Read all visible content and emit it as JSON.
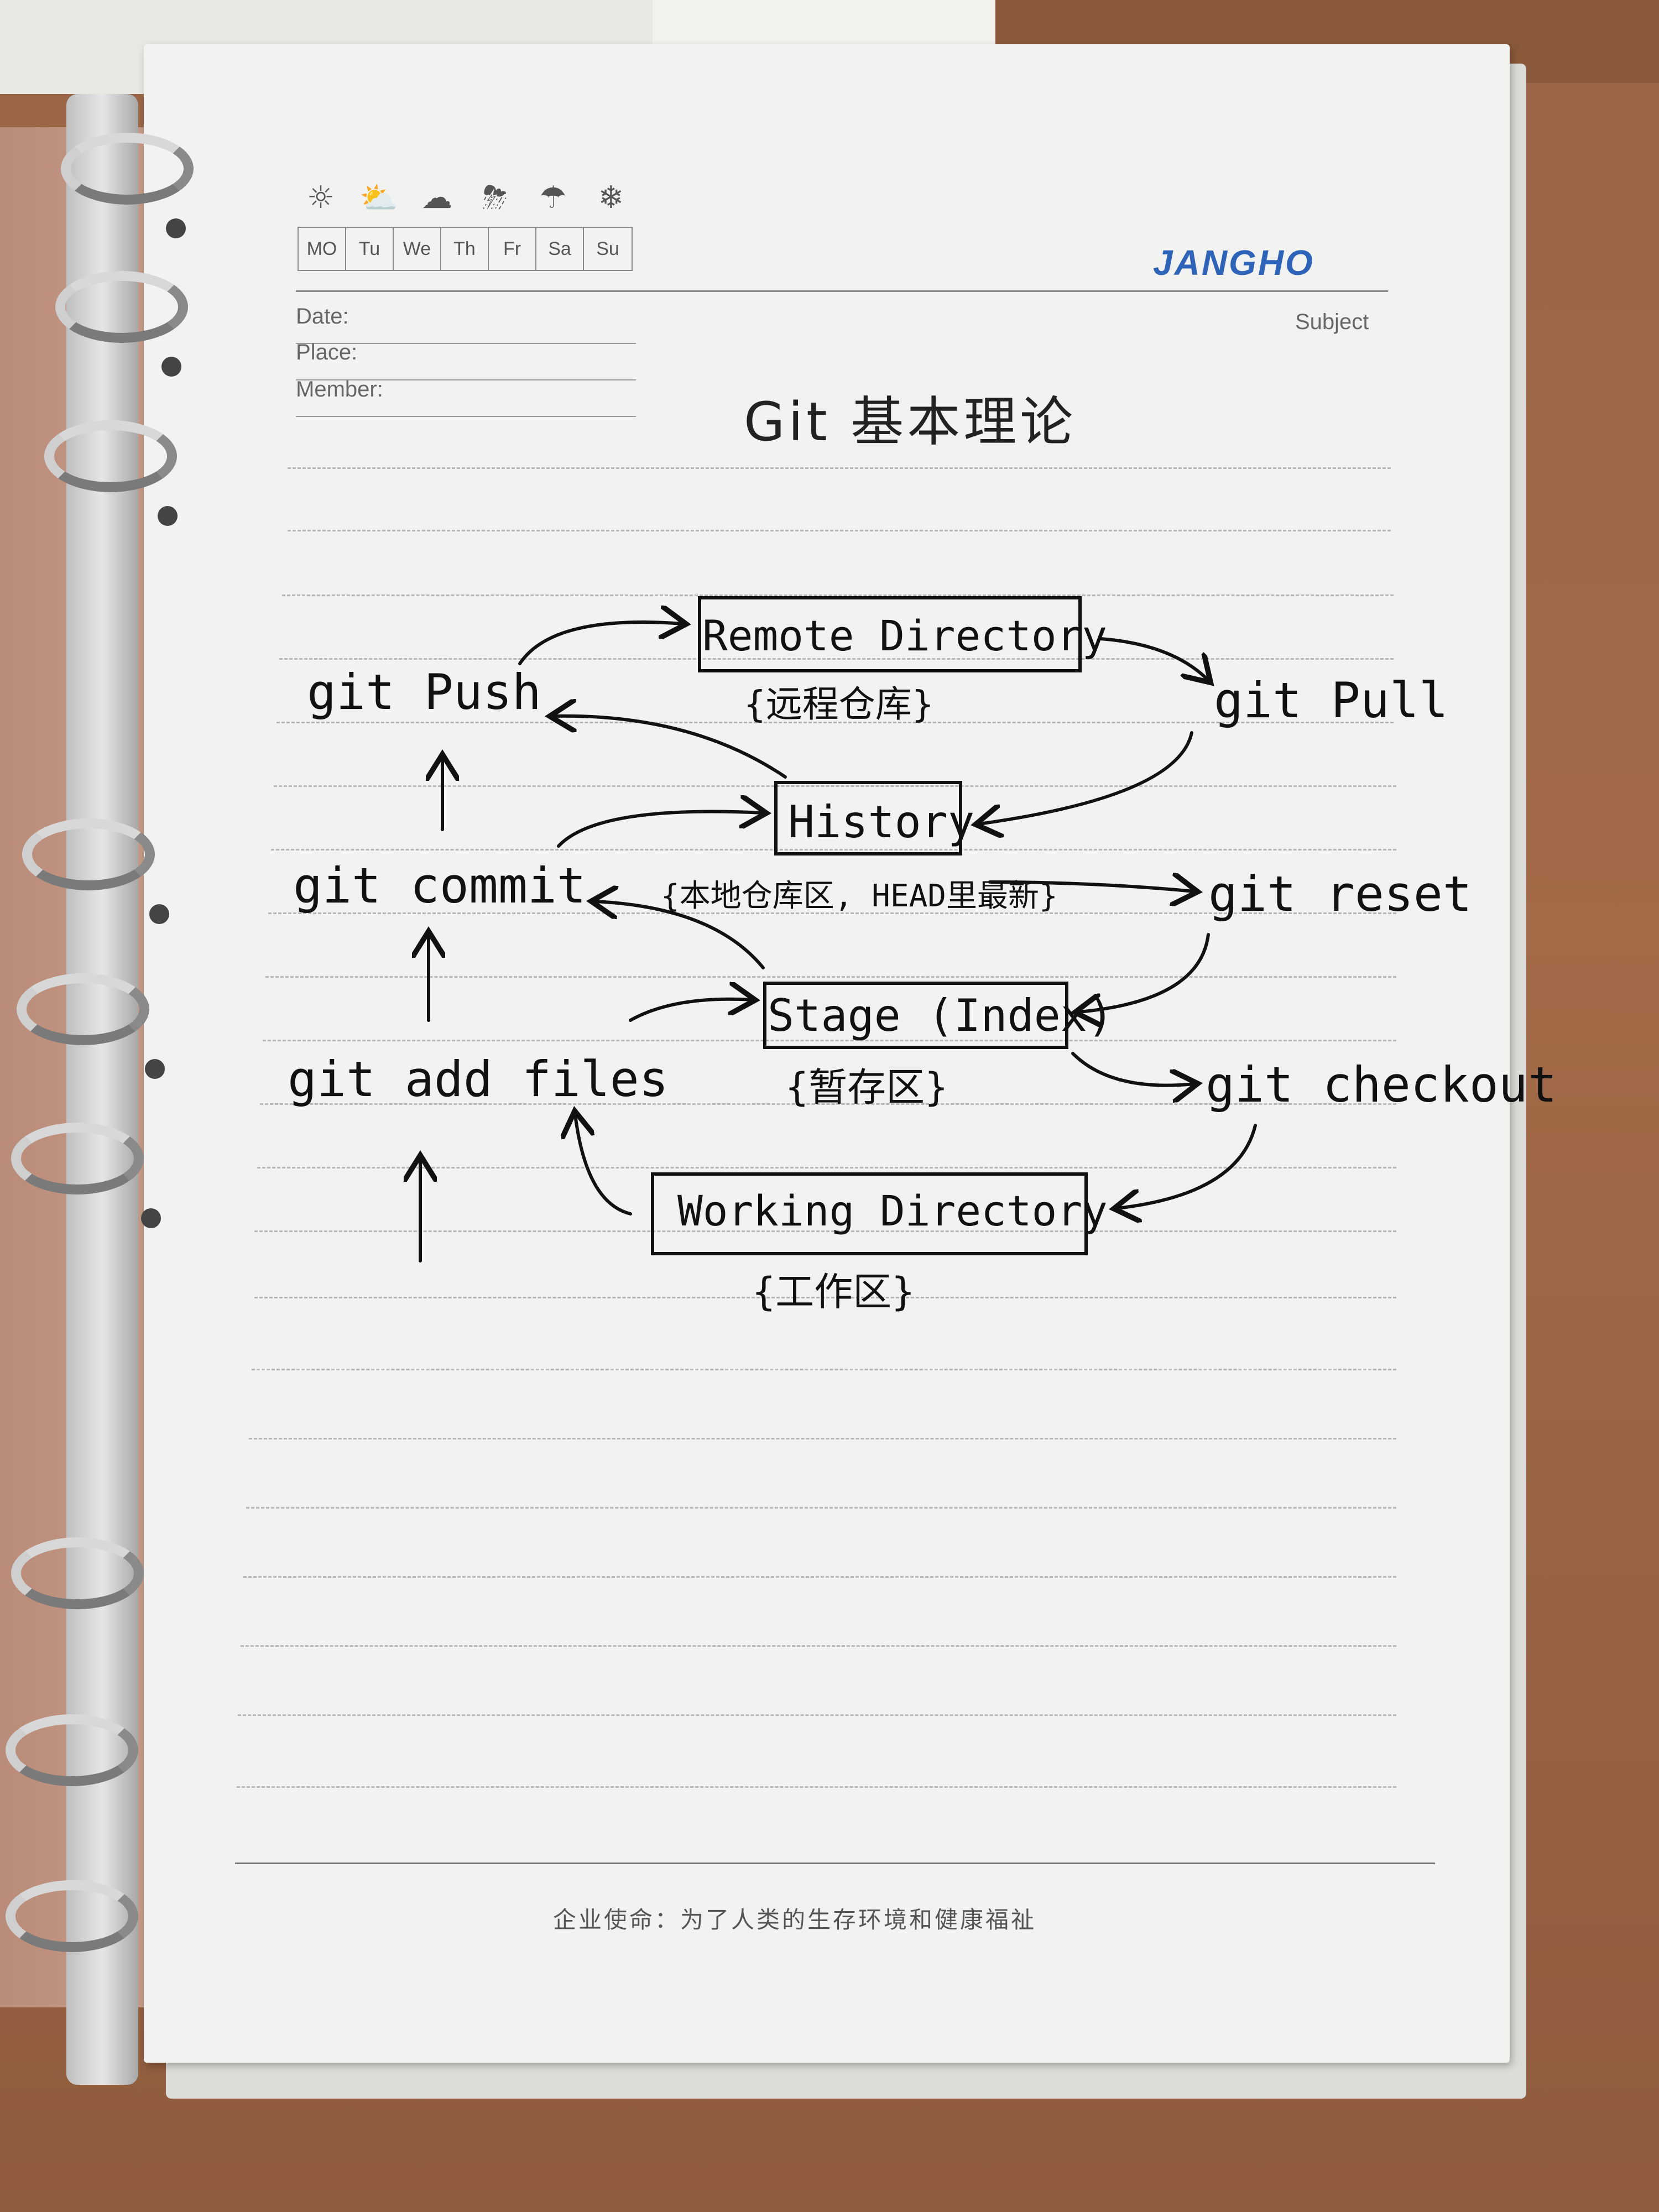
{
  "header": {
    "weather_icons": [
      "sun-icon",
      "partly-cloudy-icon",
      "cloud-icon",
      "rain-sun-icon",
      "rain-icon",
      "snow-icon"
    ],
    "days": [
      "MO",
      "Tu",
      "We",
      "Th",
      "Fr",
      "Sa",
      "Su"
    ],
    "brand": "JANGHO",
    "date_label": "Date:",
    "place_label": "Place:",
    "member_label": "Member:",
    "subject_label": "Subject"
  },
  "title": "Git  基本理论",
  "diagram": {
    "remote": "Remote  Directory",
    "remote_note": "{远程仓库}",
    "history": "History",
    "history_note": "{本地仓库区, HEAD里最新}",
    "stage": "Stage (Index)",
    "stage_note": "{暂存区}",
    "working": "Working  Directory",
    "working_note": "{工作区}",
    "git_push": "git  Push",
    "git_commit": "git  commit",
    "git_add": "git   add   files",
    "git_pull": "git  Pull",
    "git_reset": "git  reset",
    "git_checkout": "git  checkout"
  },
  "footer": "企业使命：为了人类的生存环境和健康福祉"
}
